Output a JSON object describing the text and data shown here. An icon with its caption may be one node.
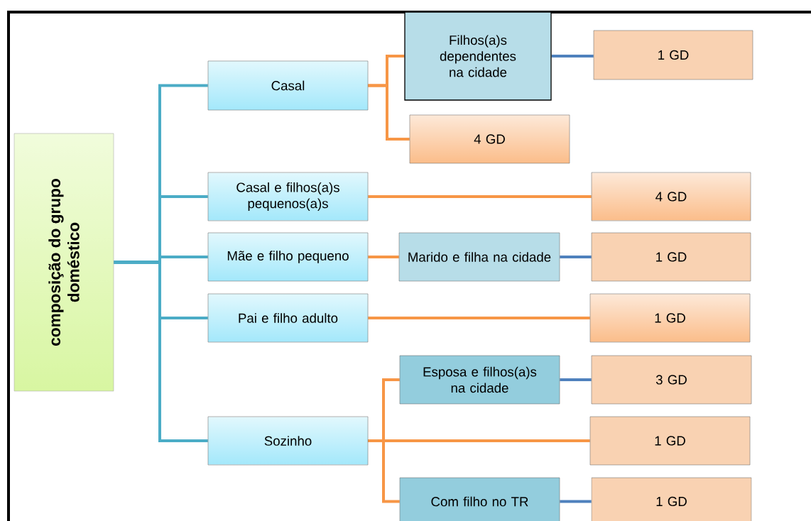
{
  "diagram": {
    "nodes": [
      {
        "text": [
          "composição do grupo doméstico"
        ]
      },
      {
        "text": [
          "Casal"
        ]
      },
      {
        "text": [
          "Casal e filhos(a)s pequenos(a)s"
        ]
      },
      {
        "text": [
          "Mãe e filho pequeno"
        ]
      },
      {
        "text": [
          "Pai e filho adulto"
        ]
      },
      {
        "text": [
          "Sozinho"
        ]
      },
      {
        "text": [
          "Filhos(a)s dependentes na cidade"
        ]
      },
      {
        "text": [
          "4 GD"
        ]
      },
      {
        "text": [
          "1 GD"
        ]
      },
      {
        "text": [
          "4 GD"
        ]
      },
      {
        "text": [
          "Marido e filha na cidade"
        ]
      },
      {
        "text": [
          "1 GD"
        ]
      },
      {
        "text": [
          "1 GD"
        ]
      },
      {
        "text": [
          "Esposa e filhos(a)s na cidade"
        ]
      },
      {
        "text": [
          "3 GD"
        ]
      },
      {
        "text": [
          "1 GD"
        ]
      },
      {
        "text": [
          "Com filho no TR"
        ]
      },
      {
        "text": [
          "1 GD"
        ]
      }
    ],
    "edges": [
      {
        "from": 0,
        "to": 1,
        "arrow": "none",
        "color": "#4bacc6"
      },
      {
        "from": 0,
        "to": 2,
        "arrow": "none",
        "color": "#4bacc6"
      },
      {
        "from": 0,
        "to": 3,
        "arrow": "none",
        "color": "#4bacc6"
      },
      {
        "from": 0,
        "to": 4,
        "arrow": "none",
        "color": "#4bacc6"
      },
      {
        "from": 0,
        "to": 5,
        "arrow": "none",
        "color": "#4bacc6"
      },
      {
        "from": 1,
        "to": 6,
        "arrow": "none"
      },
      {
        "from": 1,
        "to": 7,
        "arrow": "none"
      },
      {
        "from": 6,
        "to": 8,
        "arrow": "none",
        "color": "#4f81bd"
      },
      {
        "from": 2,
        "to": 9,
        "arrow": "none"
      },
      {
        "from": 3,
        "to": 10,
        "arrow": "none"
      },
      {
        "from": 10,
        "to": 11,
        "arrow": "none",
        "color": "#4f81bd"
      },
      {
        "from": 4,
        "to": 12,
        "arrow": "none"
      },
      {
        "from": 5,
        "to": 13,
        "arrow": "none"
      },
      {
        "from": 13,
        "to": 14,
        "arrow": "none",
        "color": "#4f81bd"
      },
      {
        "from": 5,
        "to": 15,
        "arrow": "none"
      },
      {
        "from": 5,
        "to": 16,
        "arrow": "none"
      },
      {
        "from": 16,
        "to": 17,
        "arrow": "none",
        "color": "#4f81bd"
      }
    ]
  }
}
